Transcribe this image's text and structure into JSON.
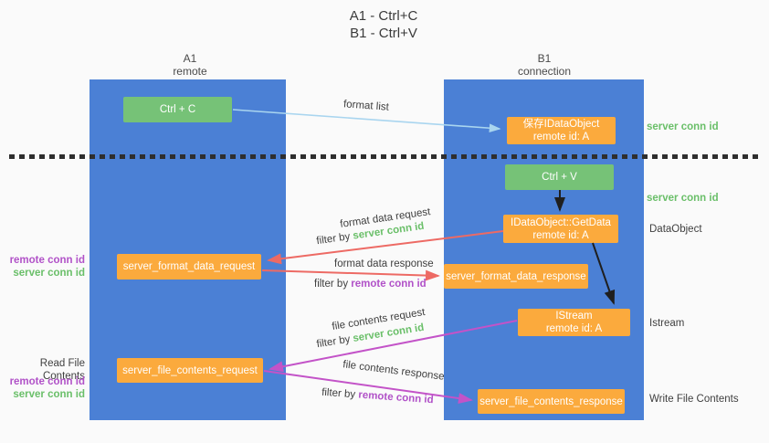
{
  "title": {
    "line1": "A1 - Ctrl+C",
    "line2": "B1 - Ctrl+V"
  },
  "columns": {
    "left": {
      "name": "A1",
      "subtitle": "remote"
    },
    "right": {
      "name": "B1",
      "subtitle": "connection"
    }
  },
  "nodes": {
    "ctrl_c": {
      "label": "Ctrl + C"
    },
    "ctrl_v": {
      "label": "Ctrl + V"
    },
    "save_dataobject": {
      "line1": "保存IDataObject",
      "line2": "remote id: A"
    },
    "getdata": {
      "line1": "IDataObject::GetData",
      "line2": "remote id: A"
    },
    "istream": {
      "line1": "IStream",
      "line2": "remote id: A"
    },
    "format_request": {
      "label": "server_format_data_request"
    },
    "format_response": {
      "label": "server_format_data_response"
    },
    "file_request": {
      "label": "server_file_contents_request"
    },
    "file_response": {
      "label": "server_file_contents_response"
    }
  },
  "labels": {
    "format_list": "format list",
    "format_data_request": "format data request",
    "format_data_response": "format data response",
    "file_contents_request": "file contents request",
    "file_contents_response": "file contents response",
    "filter_by": "filter by",
    "server_conn_id": "server conn id",
    "remote_conn_id": "remote conn id",
    "dataobject": "DataObject",
    "istream": "Istream",
    "read_file_contents": "Read File Contents",
    "write_file_contents": "Write File Contents"
  },
  "colors": {
    "column_blue": "#4b80d5",
    "box_orange": "#fbaa3d",
    "box_green": "#76c277",
    "arrow_red": "#ed6a64",
    "arrow_magenta": "#c353c8",
    "arrow_lightblue": "#a9d5ef",
    "arrow_black": "#1f1f1f",
    "label_green": "#6abf69",
    "label_purple": "#b152c8",
    "text_dark": "#3f3f3f",
    "background": "#fafafa"
  }
}
